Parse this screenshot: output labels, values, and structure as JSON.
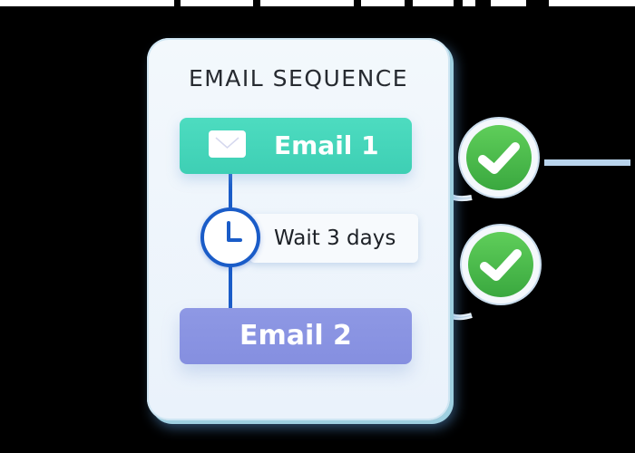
{
  "card": {
    "title": "EMAIL SEQUENCE"
  },
  "steps": [
    {
      "type": "email",
      "label": "Email 1",
      "icon": "envelope-icon",
      "color": "#45d6ba"
    },
    {
      "type": "wait",
      "label": "Wait 3 days",
      "icon": "clock-icon",
      "color": "#1a5cc8"
    },
    {
      "type": "email",
      "label": "Email 2",
      "color": "#8a94e2"
    }
  ],
  "status_badges": [
    {
      "icon": "checkmark-icon",
      "status": "complete",
      "color": "#4cbc4a"
    },
    {
      "icon": "checkmark-icon",
      "status": "complete",
      "color": "#4cbc4a"
    }
  ],
  "colors": {
    "background": "#000000",
    "card": "#eef5fb",
    "connector": "#b9d4ec"
  }
}
